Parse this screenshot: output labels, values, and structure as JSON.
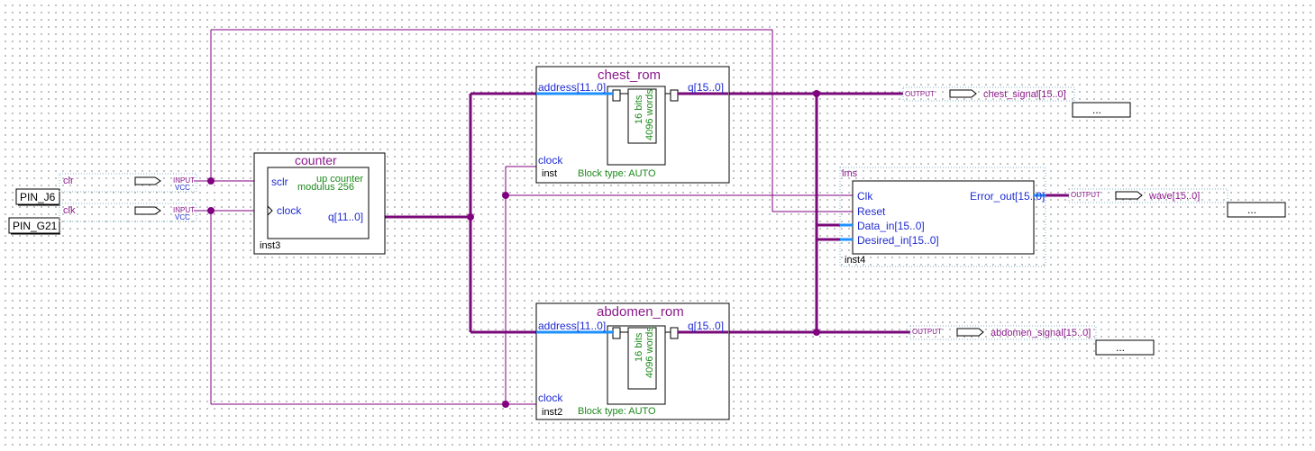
{
  "pins": {
    "pin_j6": "PIN_J6",
    "pin_g21": "PIN_G21"
  },
  "inputs": {
    "clr": {
      "name": "clr",
      "type": "INPUT",
      "default": "VCC"
    },
    "clk": {
      "name": "clk",
      "type": "INPUT",
      "default": "VCC"
    }
  },
  "counter": {
    "title": "counter",
    "desc1": "up counter",
    "desc2": "modulus 256",
    "port_sclr": "sclr",
    "port_clock": "clock",
    "port_q": "q[11..0]",
    "inst": "inst3"
  },
  "chest_rom": {
    "title": "chest_rom",
    "port_address": "address[11..0]",
    "port_q": "q[15..0]",
    "port_clock": "clock",
    "inst": "inst",
    "bits": "16 bits",
    "words": "4096 words",
    "block_type": "Block type: AUTO"
  },
  "abdomen_rom": {
    "title": "abdomen_rom",
    "port_address": "address[11..0]",
    "port_q": "q[15..0]",
    "port_clock": "clock",
    "inst": "inst2",
    "bits": "16 bits",
    "words": "4096 words",
    "block_type": "Block type: AUTO"
  },
  "lms": {
    "title": "lms",
    "port_clk": "Clk",
    "port_reset": "Reset",
    "port_data": "Data_in[15..0]",
    "port_desired": "Desired_in[15..0]",
    "port_error": "Error_out[15..0]",
    "inst": "inst4"
  },
  "outputs": {
    "chest": {
      "type": "OUTPUT",
      "name": "chest_signal[15..0]",
      "more": "..."
    },
    "wave": {
      "type": "OUTPUT",
      "name": "wave[15..0]",
      "more": "..."
    },
    "abdomen": {
      "type": "OUTPUT",
      "name": "abdomen_signal[15..0]",
      "more": "..."
    }
  },
  "colors": {
    "wire": "#800080",
    "bus": "#7a0a7a",
    "port_text": "#1f2bd1",
    "param_text": "#1b8a1b",
    "highlight_bus": "#1e90ff"
  }
}
